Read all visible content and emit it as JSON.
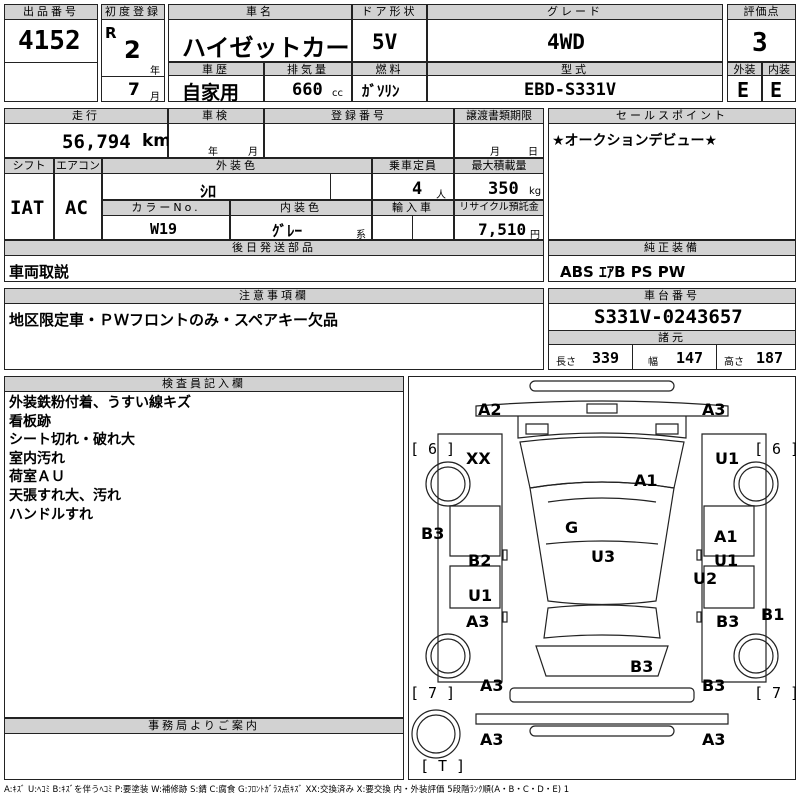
{
  "header": {
    "lot_label": "出品番号",
    "lot_value": "4152",
    "first_reg_label": "初度登録",
    "era": "R",
    "year_value": "2",
    "year_unit": "年",
    "month_value": "7",
    "month_unit": "月",
    "car_name_label": "車名",
    "car_name": "ハイゼットカーゴ",
    "door_label": "ドア形状",
    "door_value": "5V",
    "grade_label": "グレード",
    "grade_value": "4WD",
    "score_label": "評価点",
    "score_value": "3",
    "history_label": "車歴",
    "history_value": "自家用",
    "displacement_label": "排気量",
    "displacement_value": "660",
    "displacement_unit": "cc",
    "fuel_label": "燃料",
    "fuel_value": "ｶﾞｿﾘﾝ",
    "model_label": "型式",
    "model_value": "EBD-S331V",
    "exterior_label": "外装",
    "exterior_value": "E",
    "interior_label": "内装",
    "interior_value": "E"
  },
  "row2": {
    "mileage_label": "走行",
    "mileage_value": "56,794",
    "mileage_unit": "km",
    "inspection_label": "車検",
    "inspection_year": "年",
    "inspection_month": "月",
    "regno_label": "登録番号",
    "transfer_label": "譲渡書類期限",
    "transfer_month": "月",
    "transfer_day": "日",
    "sales_label": "セールスポイント",
    "sales_text": "★オークションデビュー★"
  },
  "row3": {
    "shift_label": "シフト",
    "shift_value": "IAT",
    "ac_label": "エアコン",
    "ac_value": "AC",
    "ext_color_label": "外装色",
    "ext_color_value": "ｼﾛ",
    "capacity_label": "乗車定員",
    "capacity_value": "4",
    "capacity_unit": "人",
    "load_label": "最大積載量",
    "load_value": "350",
    "load_unit": "kg",
    "color_no_label": "カラーNo.",
    "color_no_value": "W19",
    "int_color_label": "内装色",
    "int_color_value": "ｸﾞﾚｰ",
    "int_color_unit": "系",
    "import_label": "輸入車",
    "recycle_label": "リサイクル預託金",
    "recycle_value": "7,510",
    "recycle_unit": "円"
  },
  "later_parts": {
    "label": "後日発送部品",
    "value": "車両取説"
  },
  "genuine": {
    "label": "純正装備",
    "value": "ABS ｴｱB PS PW"
  },
  "caution": {
    "label": "注意事項欄",
    "value": "地区限定車・ＰＷフロントのみ・スペアキー欠品"
  },
  "chassis": {
    "label": "車台番号",
    "value": "S331V-0243657"
  },
  "specs": {
    "label": "諸元",
    "length_label": "長さ",
    "length_value": "339",
    "width_label": "幅",
    "width_value": "147",
    "height_label": "高さ",
    "height_value": "187"
  },
  "inspector": {
    "label": "検査員記入欄",
    "lines": [
      "外装鉄粉付着、うすい線キズ",
      "看板跡",
      "シート切れ・破れ大",
      "室内汚れ",
      "荷室ＡＵ",
      "天張すれ大、汚れ",
      "ハンドルすれ"
    ]
  },
  "office": {
    "label": "事務局よりご案内"
  },
  "diagram": {
    "labels": [
      "A2",
      "A3",
      "XX",
      "U1",
      "A1",
      "G",
      "U3",
      "B3",
      "B2",
      "A1",
      "U1",
      "U2",
      "U1",
      "A3",
      "B3",
      "B1",
      "B3",
      "A3",
      "B3",
      "A3",
      "A3"
    ],
    "brackets": [
      "[ 6 ]",
      "[ 6 ]",
      "[ 7 ]",
      "[ 7 ]",
      "[ T ]"
    ]
  },
  "legend": "A:ｷｽﾞ U:ﾍｺﾐ B:ｷｽﾞを伴うﾍｺﾐ P:要塗装 W:補修跡 S:錆 C:腐食 G:ﾌﾛﾝﾄｶﾞﾗｽ点ｷｽﾞ XX:交換済み X:要交換 内・外装評価 5段階ﾗﾝｸ順(A・B・C・D・E) 1"
}
